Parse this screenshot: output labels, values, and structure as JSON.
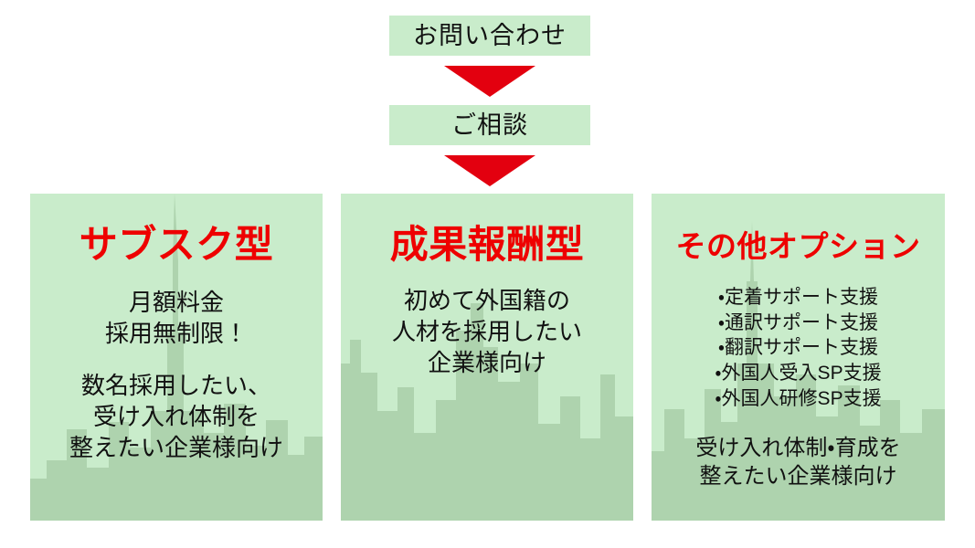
{
  "flow": {
    "steps": [
      {
        "label": "お問い合わせ",
        "icon": "flow-step-box"
      },
      {
        "label": "ご相談",
        "icon": "flow-step-box"
      }
    ],
    "arrow_icon": "arrow-down-icon"
  },
  "colors": {
    "box_green": "#c9eccb",
    "accent_red": "#ee0000",
    "arrow_red": "#e3000f",
    "skyline_green": "#aed3ae",
    "text_black": "#111111",
    "background": "#ffffff"
  },
  "plans": [
    {
      "id": "subscription",
      "title": "サブスク型",
      "lead_lines": [
        "月額料金",
        "採用無制限！"
      ],
      "target_lines": [
        "数名採用したい、",
        "受け入れ体制を",
        "整えたい企業様向け"
      ]
    },
    {
      "id": "performance-based",
      "title": "成果報酬型",
      "lead_lines": [
        "初めて外国籍の",
        "人材を採用したい",
        "企業様向け"
      ],
      "target_lines": []
    },
    {
      "id": "other-options",
      "title": "その他オプション",
      "options": [
        "・定着サポート支援",
        "・通訳サポート支援",
        "・翻訳サポート支援",
        "・外国人受入SP支援",
        "・外国人研修SP支援"
      ],
      "target_lines": [
        "受け入れ体制・育成を",
        "整えたい企業様向け"
      ]
    }
  ]
}
